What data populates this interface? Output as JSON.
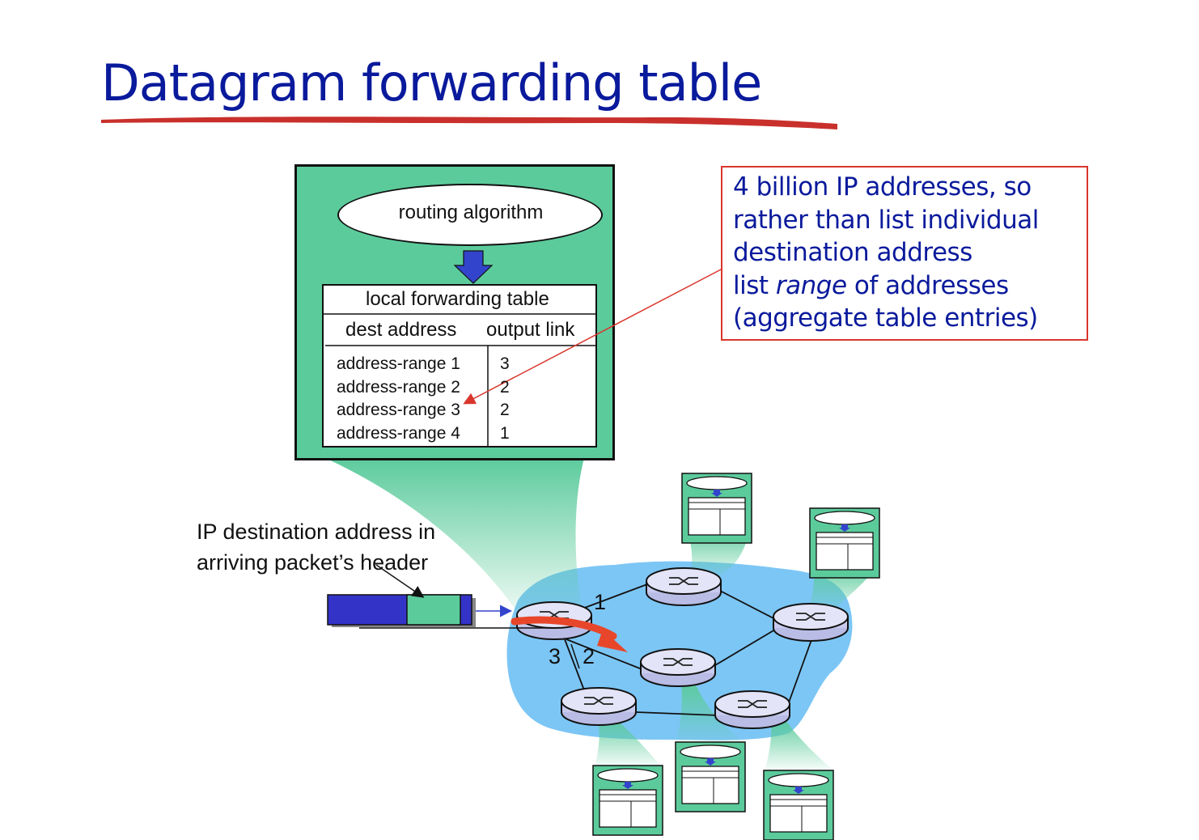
{
  "title": "Datagram forwarding  table",
  "note": {
    "line1": "4 billion IP addresses, so",
    "line2": "rather than list individual",
    "line3": "destination address",
    "line4_pre": "list ",
    "line4_italic": "range",
    "line4_post": " of addresses",
    "line5": "(aggregate table entries)"
  },
  "panel": {
    "routing_label": "routing algorithm",
    "table_title": "local forwarding table",
    "col_dest": "dest address",
    "col_link": "output  link",
    "rows": [
      {
        "dest": "address-range 1",
        "link": "3"
      },
      {
        "dest": "address-range 2",
        "link": "2"
      },
      {
        "dest": "address-range 3",
        "link": "2"
      },
      {
        "dest": "address-range 4",
        "link": "1"
      }
    ]
  },
  "caption": {
    "line1": "IP destination address in",
    "line2": "arriving packet’s header"
  },
  "ports": {
    "p1": "1",
    "p2": "2",
    "p3": "3"
  },
  "colors": {
    "title": "#0a1a9c",
    "underline": "#c9302c",
    "panel": "#5ccb9c",
    "network_cloud": "#7cc6f5",
    "router_body": "#d6d8f3",
    "packet_header": "#3333c8",
    "flow_arrow": "#e8462a",
    "down_arrow": "#3344cc"
  }
}
